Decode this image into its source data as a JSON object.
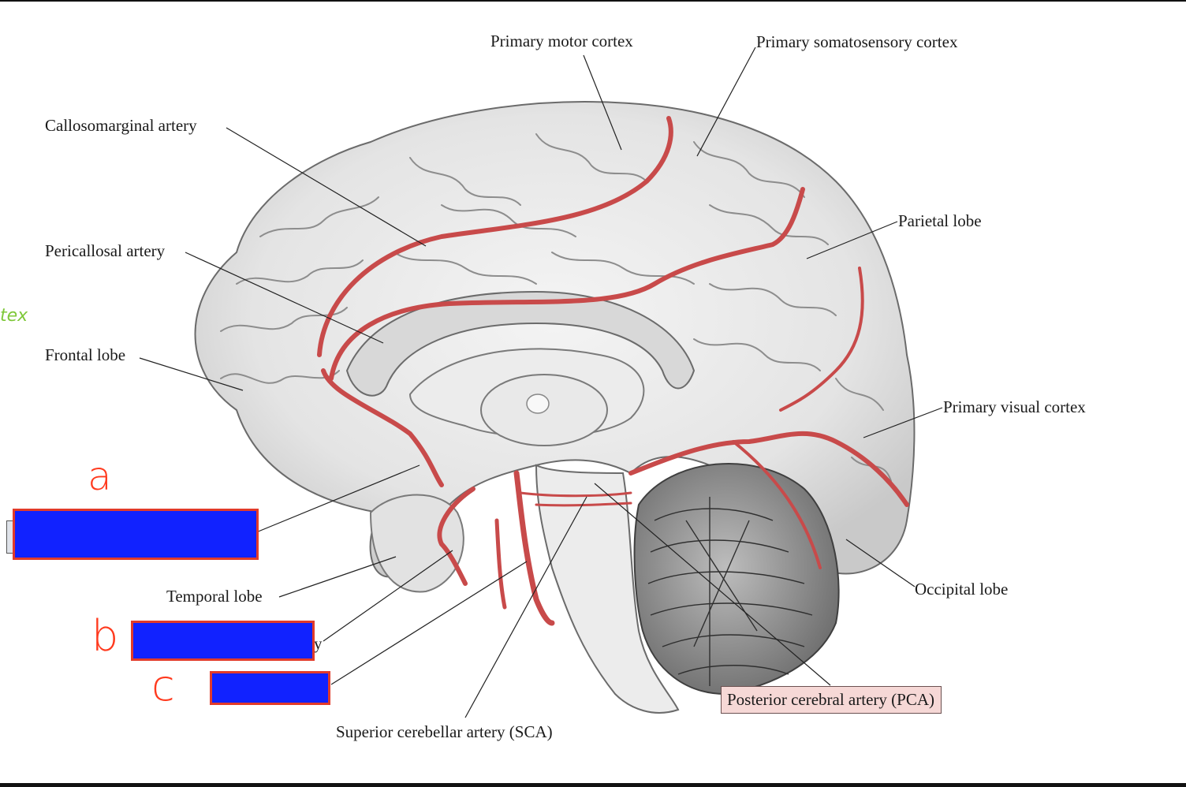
{
  "labels": {
    "primary_motor_cortex": "Primary motor cortex",
    "primary_somatosensory_cortex": "Primary somatosensory cortex",
    "callosomarginal_artery": "Callosomarginal artery",
    "parietal_lobe": "Parietal lobe",
    "pericallosal_artery": "Pericallosal artery",
    "frontal_lobe": "Frontal lobe",
    "primary_visual_cortex": "Primary visual cortex",
    "temporal_lobe": "Temporal lobe",
    "occipital_lobe": "Occipital lobe",
    "posterior_cerebral_artery": "Posterior cerebral artery (PCA)",
    "superior_cerebellar_artery": "Superior cerebellar artery (SCA)",
    "partial_y": "y"
  },
  "annotations": {
    "a": "a",
    "b": "b",
    "c": "c",
    "green_fragment": "tex"
  },
  "colors": {
    "mask_fill": "#1122ff",
    "mask_border": "#e23b2a",
    "artery": "#c84a4a",
    "highlight": "#f6d8d6",
    "handwriting_red": "#ff3a1e",
    "handwriting_green": "#7fc83a"
  }
}
